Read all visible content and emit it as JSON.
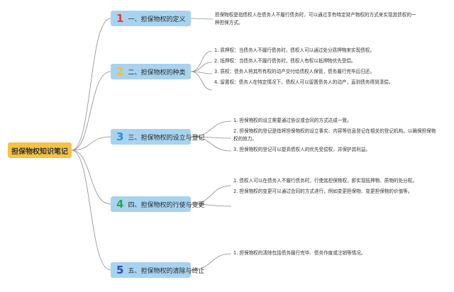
{
  "root": {
    "label": "担保物权知识笔记"
  },
  "branches": [
    {
      "number": "1",
      "color": "#e8343f",
      "label": "一、担保物权的定义",
      "items": [
        "担保物权是指债权人在债务人不履行债务时，可以通过享有特定财产物权的方式来实现其债权的一种担保方式。"
      ]
    },
    {
      "number": "2",
      "color": "#f2c230",
      "label": "二、担保物权的种类",
      "items": [
        "1. 质押权：当债务人不履行债务时，债权人可以通过处分质押物来实现债权。",
        "2. 抵押权：当债务人不履行债务时，债权人有权以抵押物优先受偿。",
        "3. 质权：债务人将其所有权的动产交付给债权人保管，债务履行完毕后归还。",
        "4. 留置权：债务人在特定情况下，债权人可以留置债务人的动产，直到债务得到清偿。"
      ]
    },
    {
      "number": "3",
      "color": "#2c8ed6",
      "label": "三、担保物权的设立与登记",
      "items": [
        "1. 担保物权的设立需要通过协议或合同的方式达成一致。",
        "2. 担保物权的登记是指将担保物权的设立事实、内容等信息登记在相关的登记机构，以确保担保物权的效力。",
        "3. 担保物权的登记可以提高债权人的优先受偿权，并保护其利益。"
      ]
    },
    {
      "number": "4",
      "color": "#27a84a",
      "label": "四、担保物权的行使与变更",
      "items": [
        "1. 债权人可以在债务人不履行债务时，行使其担保物权，即实现抵押物、质物的处分权。",
        "2. 担保物权的变更可以通过合同的方式进行，例如变更担保物、变更担保物的价值等。"
      ]
    },
    {
      "number": "5",
      "color": "#2a4fae",
      "label": "五、担保物权的清除与终止",
      "items": [
        "1. 担保物权的清除包括债务履行完毕、债务作废或注销等情况。"
      ]
    }
  ],
  "colors": {
    "root": "#f5c242",
    "branch": "#a7d3f0",
    "edge": "#8a8a8a"
  }
}
